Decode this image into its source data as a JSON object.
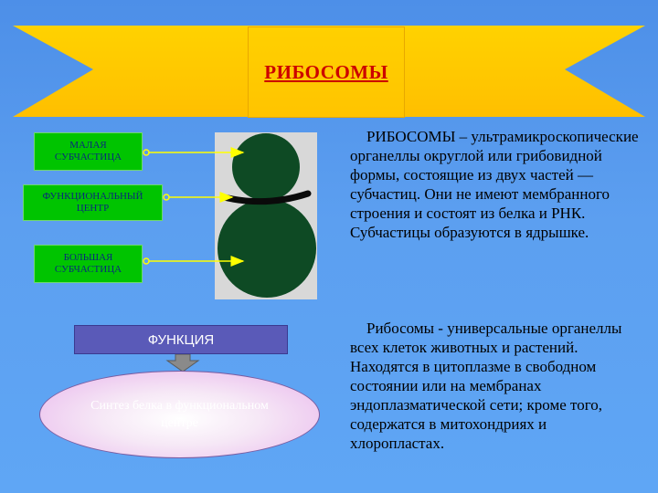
{
  "title": "РИБОСОМЫ",
  "parts": {
    "small": "МАЛАЯ\nСУБЧАСТИЦА",
    "functional": "ФУНКЦИОНАЛЬНЫЙ\nЦЕНТР",
    "large": "БОЛЬШАЯ\nСУБЧАСТИЦА"
  },
  "description_1": "РИБОСОМЫ – ультрамикроскопические органеллы округлой или грибовидной формы, состоящие из двух частей — субчастиц. Они не имеют мембранного строения и состоят из белка и РНК. Субчастицы образуются в ядрышке.",
  "description_2": "Рибосомы - универсальные органеллы всех клеток животных и растений. Находятся в цитоплазме в свободном состоянии или на мембранах эндоплазматической сети; кроме того, содержатся в митохондриях и хлоропластах.",
  "function": {
    "label": "ФУНКЦИЯ",
    "text": "Синтез белка в функциональном центре"
  },
  "colors": {
    "banner": "#ffc400",
    "title_text": "#cc0000",
    "part_labels": "#00c400",
    "ribosome": "#0e4a24",
    "pointer": "#ffff00",
    "function_box": "#5a5ab8"
  }
}
